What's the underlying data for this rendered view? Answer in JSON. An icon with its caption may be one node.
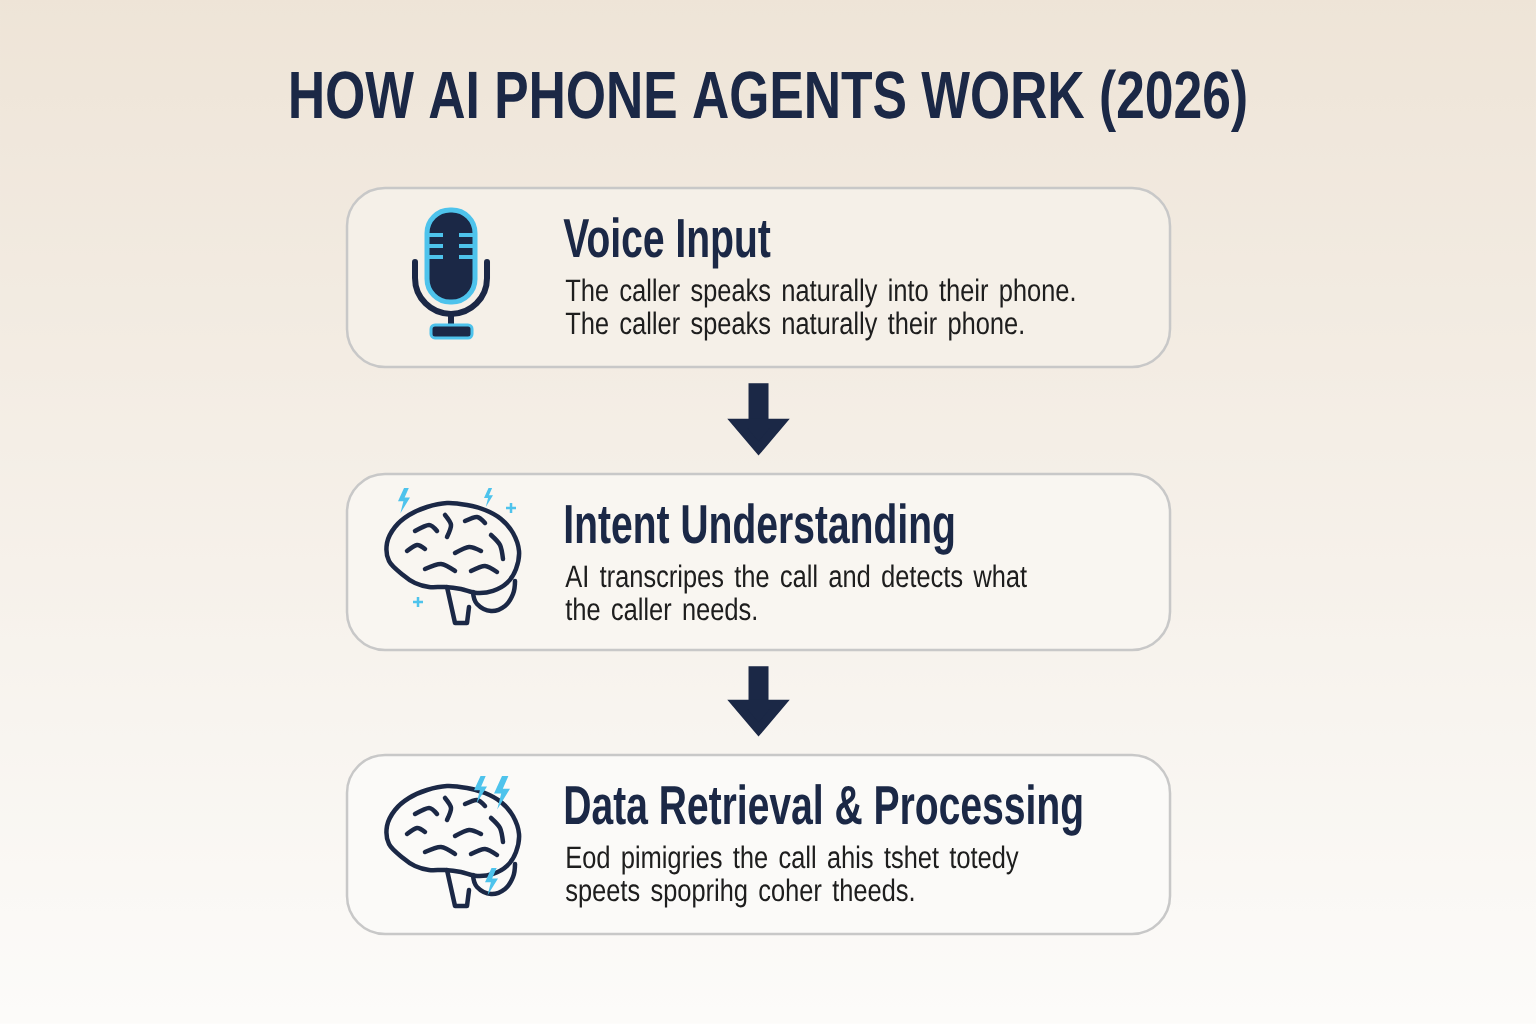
{
  "diagram": {
    "title": "HOW AI PHONE AGENTS WORK (2026)",
    "nodes": [
      {
        "text": [
          "Voice Input",
          "The caller speaks naturally into their phone. The caller speaks naturally their phone."
        ]
      },
      {
        "text": [
          "Intent Understanding",
          "AI transcripes the call and detects what the caller needs."
        ]
      },
      {
        "text": [
          "Data Retrieval & Processing",
          "Eod pimigries the call ahis tshet totedy speets spoprihg coher theeds."
        ]
      }
    ],
    "edges": [
      {
        "from": 0,
        "to": 1,
        "arrow": "to"
      },
      {
        "from": 1,
        "to": 2,
        "arrow": "to"
      }
    ]
  }
}
